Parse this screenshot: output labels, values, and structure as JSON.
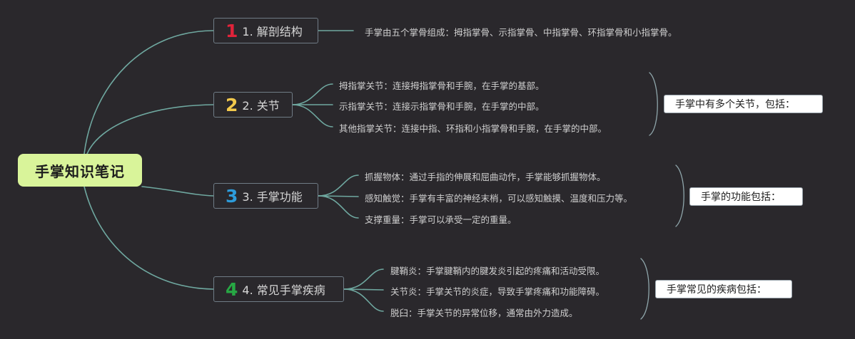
{
  "root": {
    "title": "手掌知识笔记"
  },
  "colors": {
    "background": "#2a282c",
    "connector": "#6fa8a0",
    "root_fill": "#d9f49a",
    "num1": "#e0233a",
    "num2": "#f2c94c",
    "num3": "#2d9cdb",
    "num4": "#27a844"
  },
  "branches": [
    {
      "num": "1",
      "label": "1. 解剖结构",
      "leaves": [
        "手掌由五个掌骨组成：拇指掌骨、示指掌骨、中指掌骨、环指掌骨和小指掌骨。"
      ]
    },
    {
      "num": "2",
      "label": "2. 关节",
      "leaves": [
        "拇指掌关节：连接拇指掌骨和手腕，在手掌的基部。",
        "示指掌关节：连接示指掌骨和手腕，在手掌的中部。",
        "其他指掌关节：连接中指、环指和小指掌骨和手腕，在手掌的中部。"
      ],
      "summary": "手掌中有多个关节，包括："
    },
    {
      "num": "3",
      "label": "3. 手掌功能",
      "leaves": [
        "抓握物体：通过手指的伸展和屈曲动作，手掌能够抓握物体。",
        "感知触觉：手掌有丰富的神经末梢，可以感知触摸、温度和压力等。",
        "支撑重量：手掌可以承受一定的重量。"
      ],
      "summary": "手掌的功能包括："
    },
    {
      "num": "4",
      "label": "4. 常见手掌疾病",
      "leaves": [
        "腱鞘炎：手掌腱鞘内的腱发炎引起的疼痛和活动受限。",
        "关节炎：手掌关节的炎症，导致手掌疼痛和功能障碍。",
        "脱臼：手掌关节的异常位移，通常由外力造成。"
      ],
      "summary": "手掌常见的疾病包括："
    }
  ]
}
